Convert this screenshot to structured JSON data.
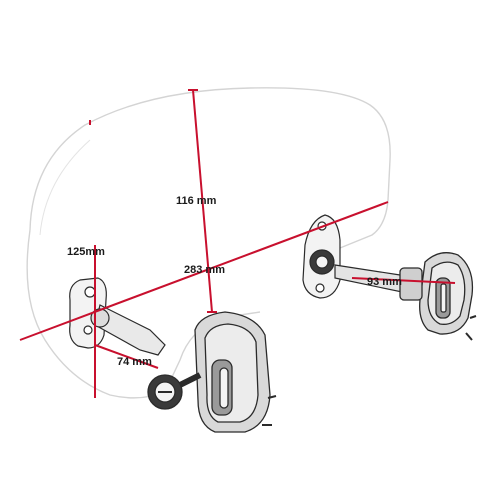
{
  "dimensions": {
    "height_116": "116 mm",
    "width_125": "125mm",
    "span_283": "283 mm",
    "arm_93": "93 mm",
    "arm_74": "74 mm"
  },
  "colors": {
    "dimension_line": "#c8102e",
    "outline": "#2b2b2b",
    "shield_edge": "#cfcfcf"
  }
}
